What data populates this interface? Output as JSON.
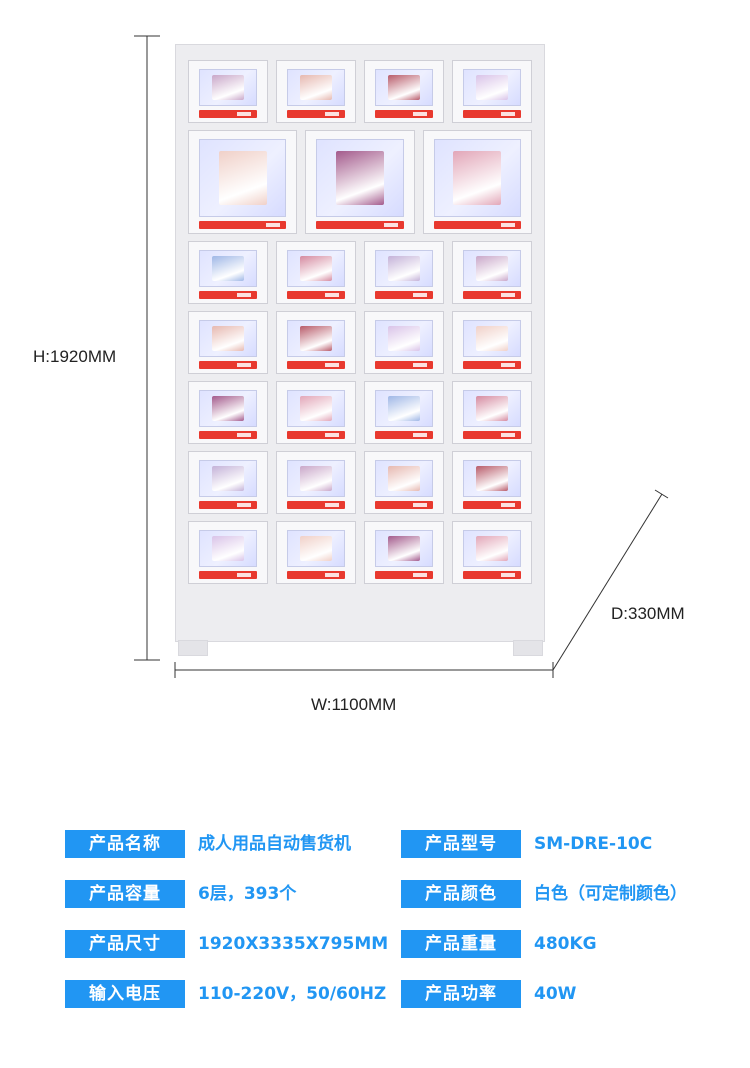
{
  "dimensions": {
    "height": "H:1920MM",
    "width": "W:1100MM",
    "depth": "D:330MM"
  },
  "cabinet": {
    "rows": [
      {
        "cells": 4,
        "type": "small"
      },
      {
        "cells": 3,
        "type": "large"
      },
      {
        "cells": 4,
        "type": "small"
      },
      {
        "cells": 4,
        "type": "small"
      },
      {
        "cells": 4,
        "type": "small"
      },
      {
        "cells": 4,
        "type": "small"
      },
      {
        "cells": 4,
        "type": "small"
      }
    ],
    "colors": {
      "body": "#ededf0",
      "window": "#dfe3ff",
      "price_tag": "#e8392f"
    }
  },
  "specs": {
    "left": [
      {
        "label": "产品名称",
        "value": "成人用品自动售货机"
      },
      {
        "label": "产品容量",
        "value": "6层，393个"
      },
      {
        "label": "产品尺寸",
        "value": "1920X3335X795MM"
      },
      {
        "label": "输入电压",
        "value": "110-220V，50/60HZ"
      }
    ],
    "right": [
      {
        "label": "产品型号",
        "value": "SM-DRE-10C"
      },
      {
        "label": "产品颜色",
        "value": "白色（可定制颜色）"
      },
      {
        "label": "产品重量",
        "value": "480KG"
      },
      {
        "label": "产品功率",
        "value": "40W"
      }
    ],
    "accent_color": "#2196f3"
  }
}
